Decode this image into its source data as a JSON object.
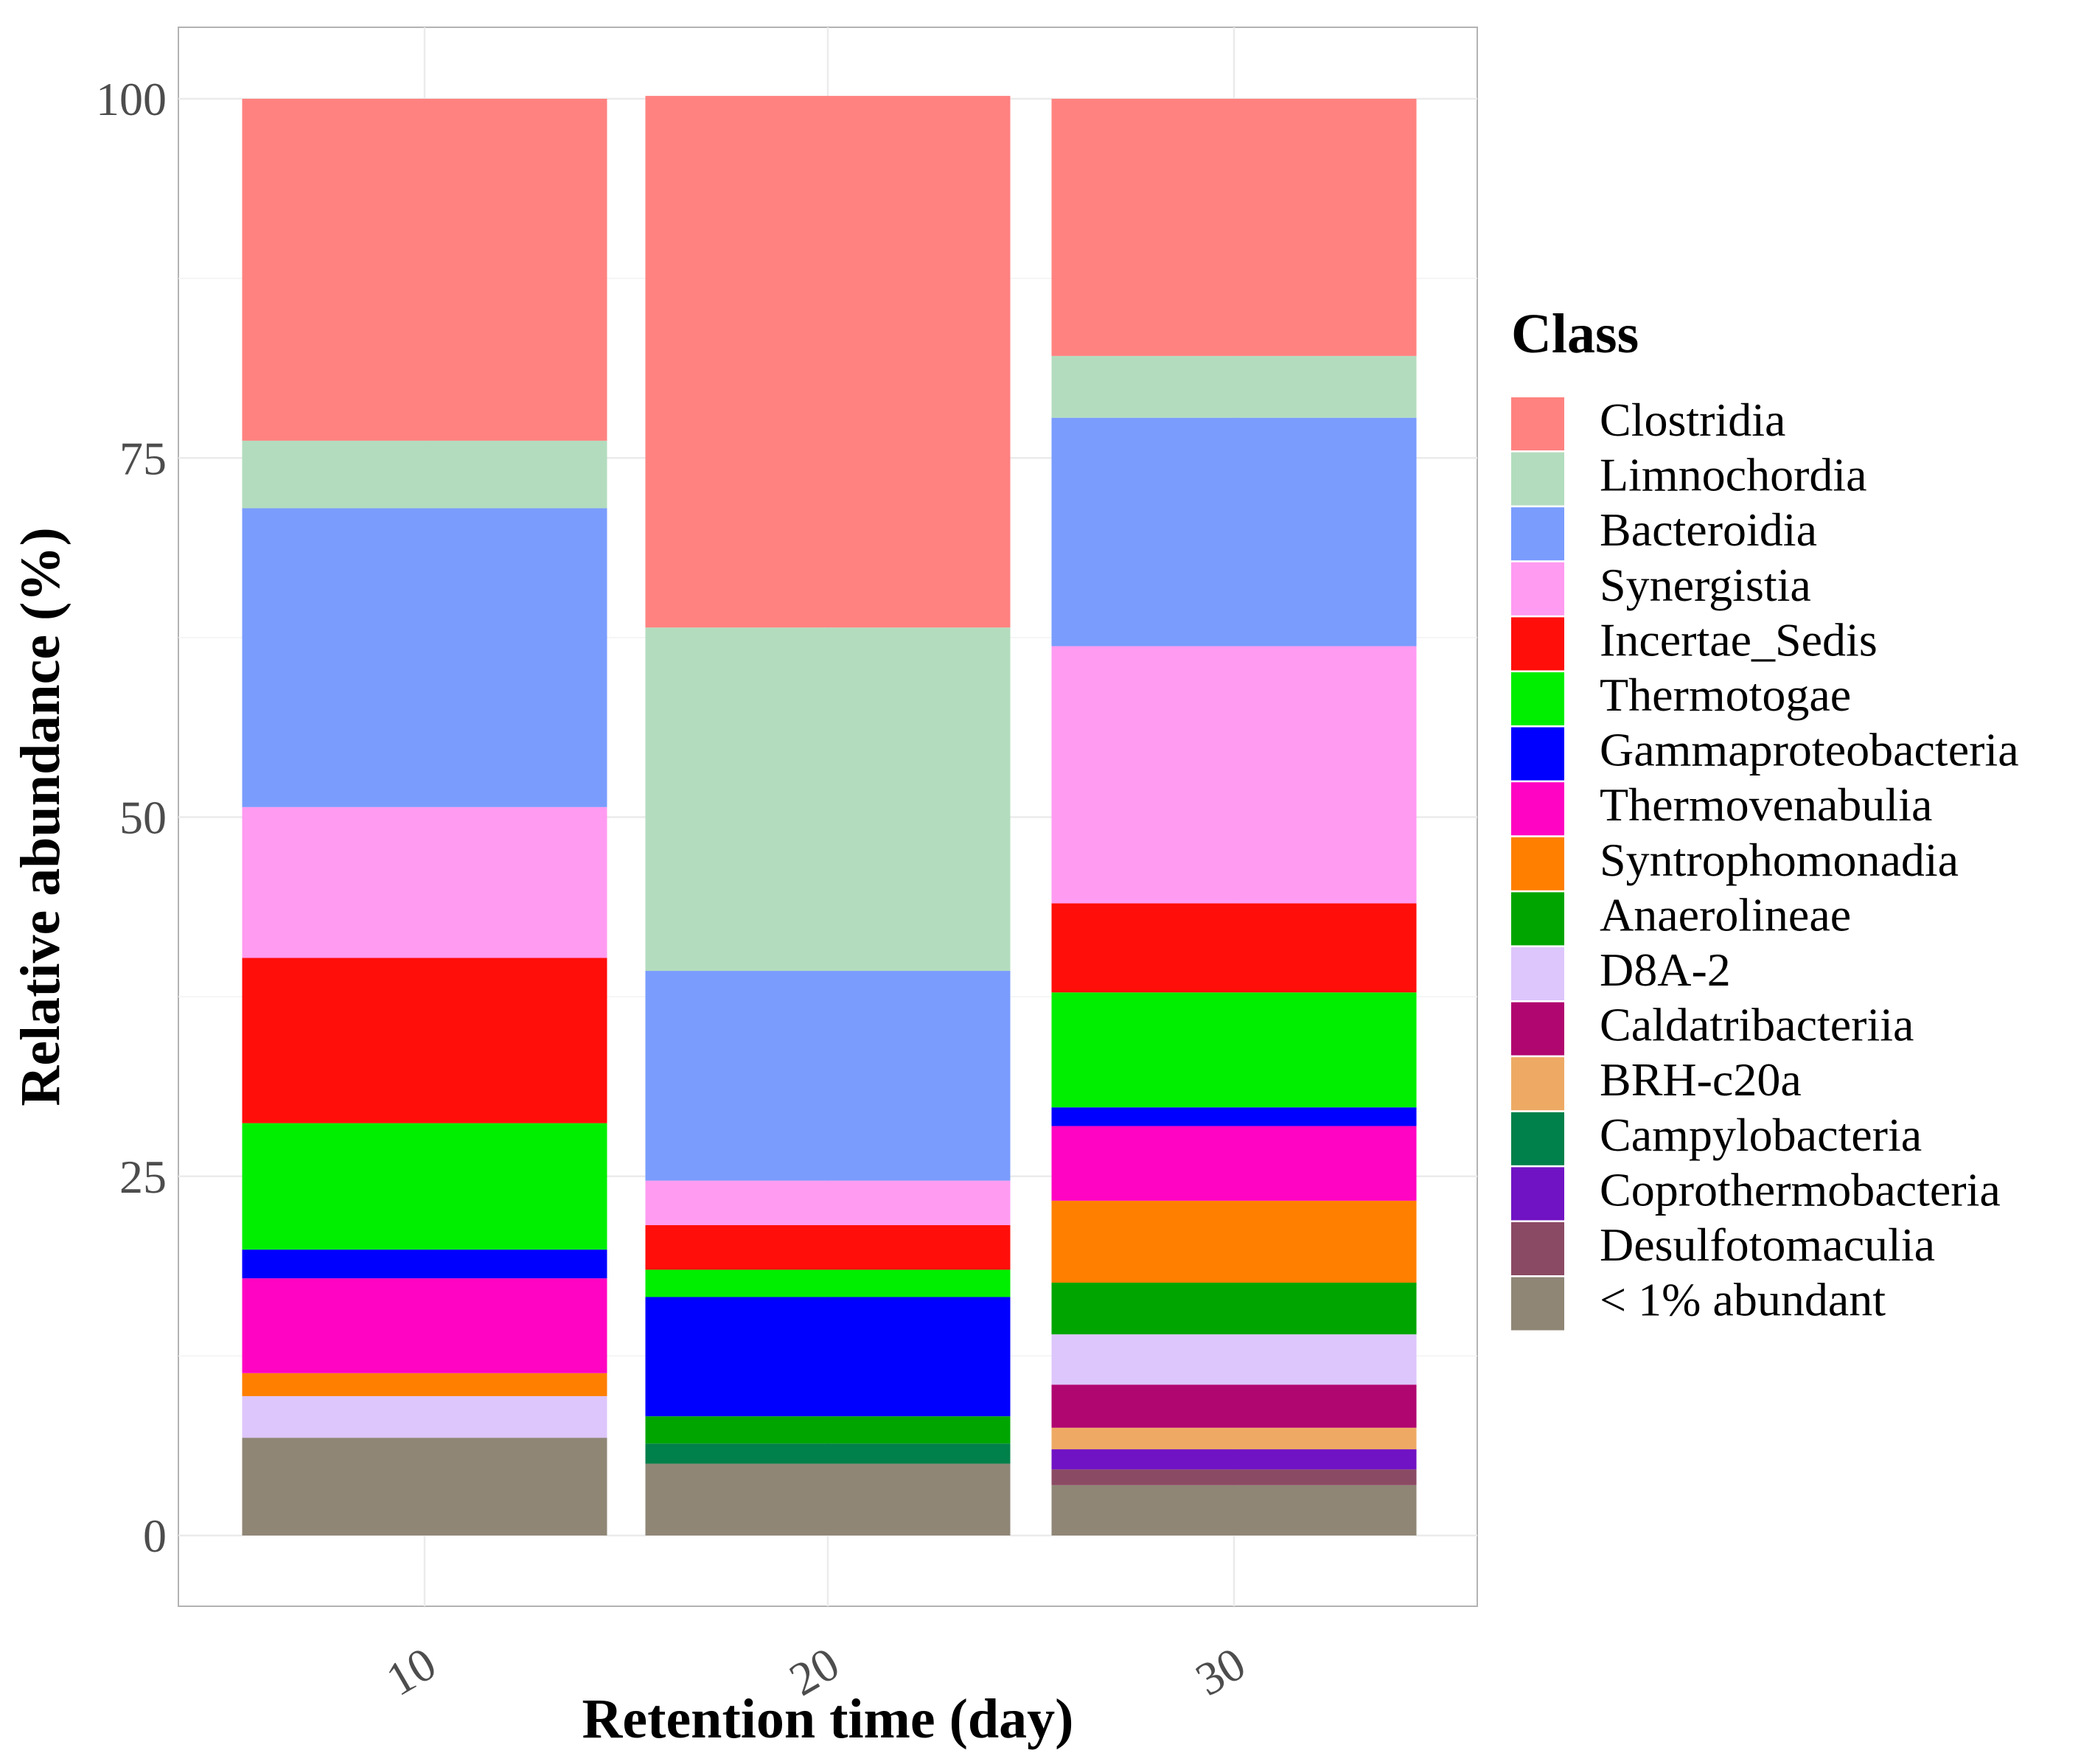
{
  "chart_data": {
    "type": "bar",
    "stacked": true,
    "categories": [
      "10",
      "20",
      "30"
    ],
    "xlabel": "Retention time (day)",
    "ylabel": "Relative abundance (%)",
    "ylim": [
      0,
      100
    ],
    "yticks": [
      0,
      25,
      50,
      75,
      100
    ],
    "grid": true,
    "legend_position": "right",
    "legend_title": "Class",
    "series": [
      {
        "name": "< 1% abundant",
        "color": "#8f8676",
        "values": [
          6.8,
          5.0,
          3.5
        ]
      },
      {
        "name": "Desulfotomaculia",
        "color": "#8b4a63",
        "values": [
          0,
          0,
          1.1
        ]
      },
      {
        "name": "Coprothermobacteria",
        "color": "#7013c4",
        "values": [
          0,
          0,
          1.4
        ]
      },
      {
        "name": "Campylobacteria",
        "color": "#00804a",
        "values": [
          0,
          1.4,
          0
        ]
      },
      {
        "name": "BRH-c20a",
        "color": "#eeaa64",
        "values": [
          0,
          0,
          1.5
        ]
      },
      {
        "name": "Caldatribacteriia",
        "color": "#b0066f",
        "values": [
          0,
          0,
          3.0
        ]
      },
      {
        "name": "D8A-2",
        "color": "#ddc6fb",
        "values": [
          2.9,
          0,
          3.5
        ]
      },
      {
        "name": "Anaerolineae",
        "color": "#00a500",
        "values": [
          0,
          1.9,
          3.6
        ]
      },
      {
        "name": "Syntrophomonadia",
        "color": "#ff7f00",
        "values": [
          1.6,
          0,
          5.7
        ]
      },
      {
        "name": "Thermovenabulia",
        "color": "#ff04c2",
        "values": [
          6.6,
          0,
          5.2
        ]
      },
      {
        "name": "Gammaproteobacteria",
        "color": "#0000ff",
        "values": [
          2.0,
          8.3,
          1.3
        ]
      },
      {
        "name": "Thermotogae",
        "color": "#00ee00",
        "values": [
          8.8,
          1.9,
          8.0
        ]
      },
      {
        "name": "Incertae_Sedis",
        "color": "#ff0e0a",
        "values": [
          11.5,
          3.1,
          6.2
        ]
      },
      {
        "name": "Synergistia",
        "color": "#ff9bf1",
        "values": [
          10.5,
          3.1,
          17.9
        ]
      },
      {
        "name": "Bacteroidia",
        "color": "#7a9cfd",
        "values": [
          20.8,
          14.6,
          15.9
        ]
      },
      {
        "name": "Limnochordia",
        "color": "#b3dcbe",
        "values": [
          4.7,
          23.9,
          4.3
        ]
      },
      {
        "name": "Clostridia",
        "color": "#ff8280",
        "values": [
          23.8,
          37.0,
          17.9
        ]
      }
    ],
    "legend_order": [
      "Clostridia",
      "Limnochordia",
      "Bacteroidia",
      "Synergistia",
      "Incertae_Sedis",
      "Thermotogae",
      "Gammaproteobacteria",
      "Thermovenabulia",
      "Syntrophomonadia",
      "Anaerolineae",
      "D8A-2",
      "Caldatribacteriia",
      "BRH-c20a",
      "Campylobacteria",
      "Coprothermobacteria",
      "Desulfotomaculia",
      "< 1% abundant"
    ]
  }
}
